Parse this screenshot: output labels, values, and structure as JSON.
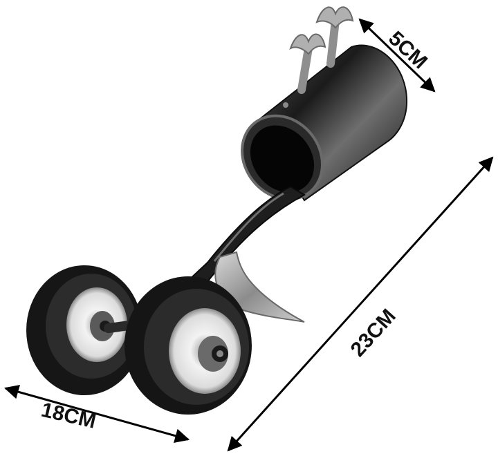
{
  "dimensions": {
    "diameter": "5CM",
    "length": "23CM",
    "width": "18CM"
  },
  "colors": {
    "background": "#ffffff",
    "metal_dark": "#1a1a1a",
    "metal_mid": "#3a3a3a",
    "metal_light": "#9a9a9a",
    "blade": "#b8b8b8",
    "tire": "#1c1c1c",
    "hub": "#e8e8e8",
    "arrow": "#000000"
  },
  "icons": [
    "wing-nut-icon",
    "arrow-icon"
  ]
}
